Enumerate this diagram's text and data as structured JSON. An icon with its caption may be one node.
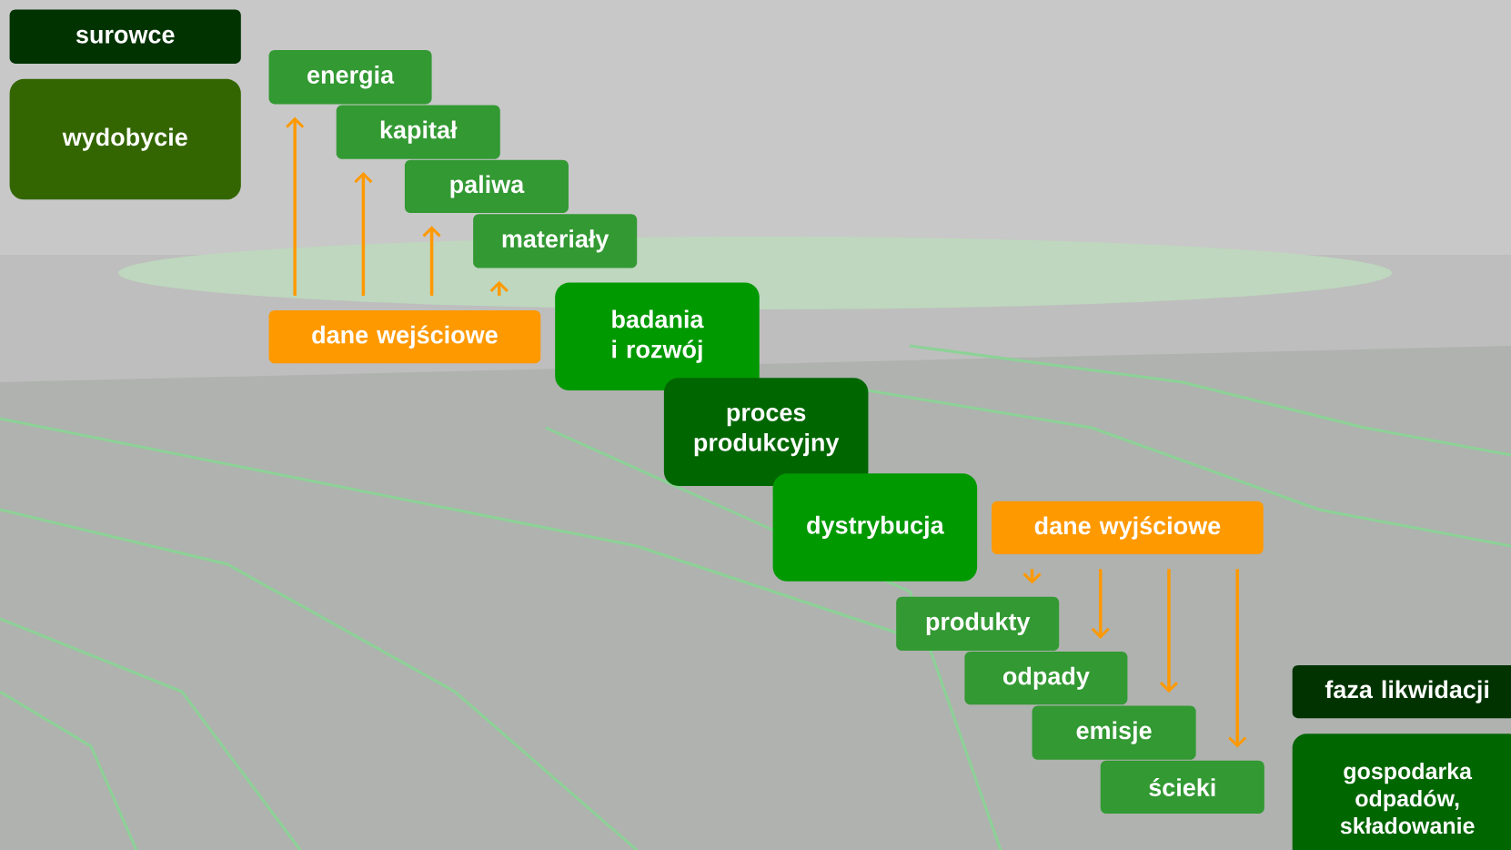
{
  "diagram": {
    "nodes": [
      {
        "text": [
          "surowce"
        ]
      },
      {
        "text": [
          "wydobycie"
        ]
      },
      {
        "text": [
          "energia"
        ]
      },
      {
        "text": [
          "kapitał"
        ]
      },
      {
        "text": [
          "paliwa"
        ]
      },
      {
        "text": [
          "materiały"
        ]
      },
      {
        "text": [
          "dane wejściowe"
        ]
      },
      {
        "text": [
          "badania i rozwój"
        ]
      },
      {
        "text": [
          "proces produkcyjny"
        ]
      },
      {
        "text": [
          "dystrybucja"
        ]
      },
      {
        "text": [
          "dane wyjściowe"
        ]
      },
      {
        "text": [
          "produkty"
        ]
      },
      {
        "text": [
          "odpady"
        ]
      },
      {
        "text": [
          "emisje"
        ]
      },
      {
        "text": [
          "ścieki"
        ]
      },
      {
        "text": [
          "faza likwidacji"
        ]
      },
      {
        "text": [
          "gospodarka odpadów, składowanie"
        ]
      }
    ],
    "edges": [
      {
        "from": 6,
        "to": 2,
        "arrow": "to"
      },
      {
        "from": 6,
        "to": 3,
        "arrow": "to"
      },
      {
        "from": 6,
        "to": 4,
        "arrow": "to"
      },
      {
        "from": 6,
        "to": 5,
        "arrow": "to"
      },
      {
        "from": 10,
        "to": 11,
        "arrow": "to"
      },
      {
        "from": 10,
        "to": 12,
        "arrow": "to"
      },
      {
        "from": 10,
        "to": 13,
        "arrow": "to"
      },
      {
        "from": 10,
        "to": 14,
        "arrow": "to"
      }
    ]
  }
}
